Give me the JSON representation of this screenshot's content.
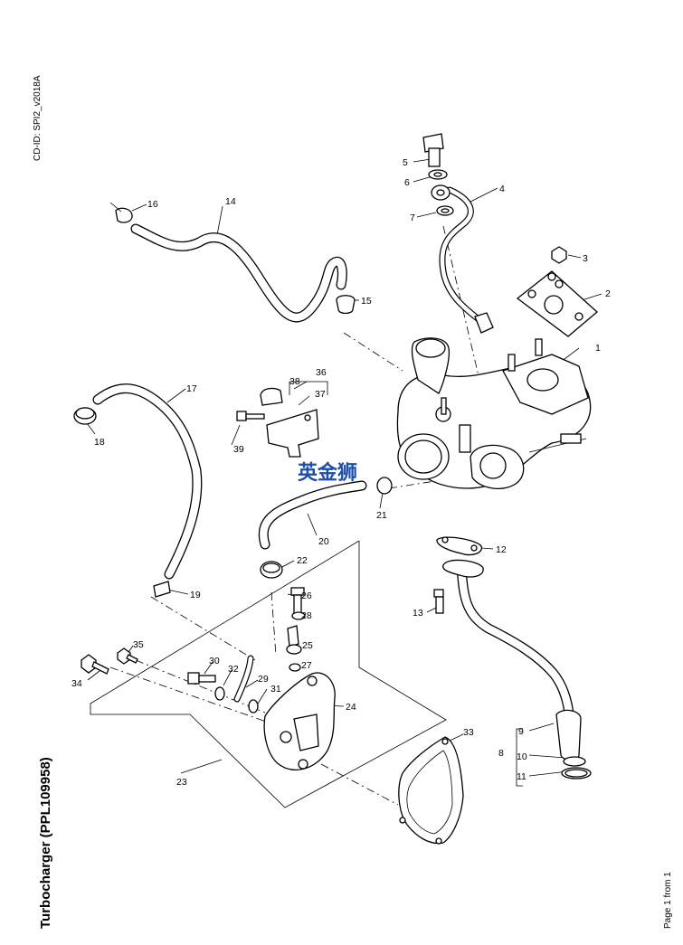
{
  "header": {
    "cd_id": "CD-ID: SPI2_v2018A"
  },
  "title": "Turbocharger (PPL109958)",
  "page_info": "Page 1 from 1",
  "watermark": "英金狮",
  "callouts": [
    "1",
    "2",
    "3",
    "4",
    "5",
    "6",
    "7",
    "8",
    "9",
    "10",
    "11",
    "12",
    "13",
    "14",
    "15",
    "16",
    "17",
    "18",
    "19",
    "20",
    "21",
    "22",
    "23",
    "24",
    "25",
    "26",
    "27",
    "28",
    "29",
    "30",
    "31",
    "32",
    "33",
    "34",
    "35",
    "36",
    "37",
    "38",
    "39"
  ],
  "colors": {
    "ink": "#000000",
    "watermark": "#1d4fa8",
    "background": "#ffffff"
  }
}
